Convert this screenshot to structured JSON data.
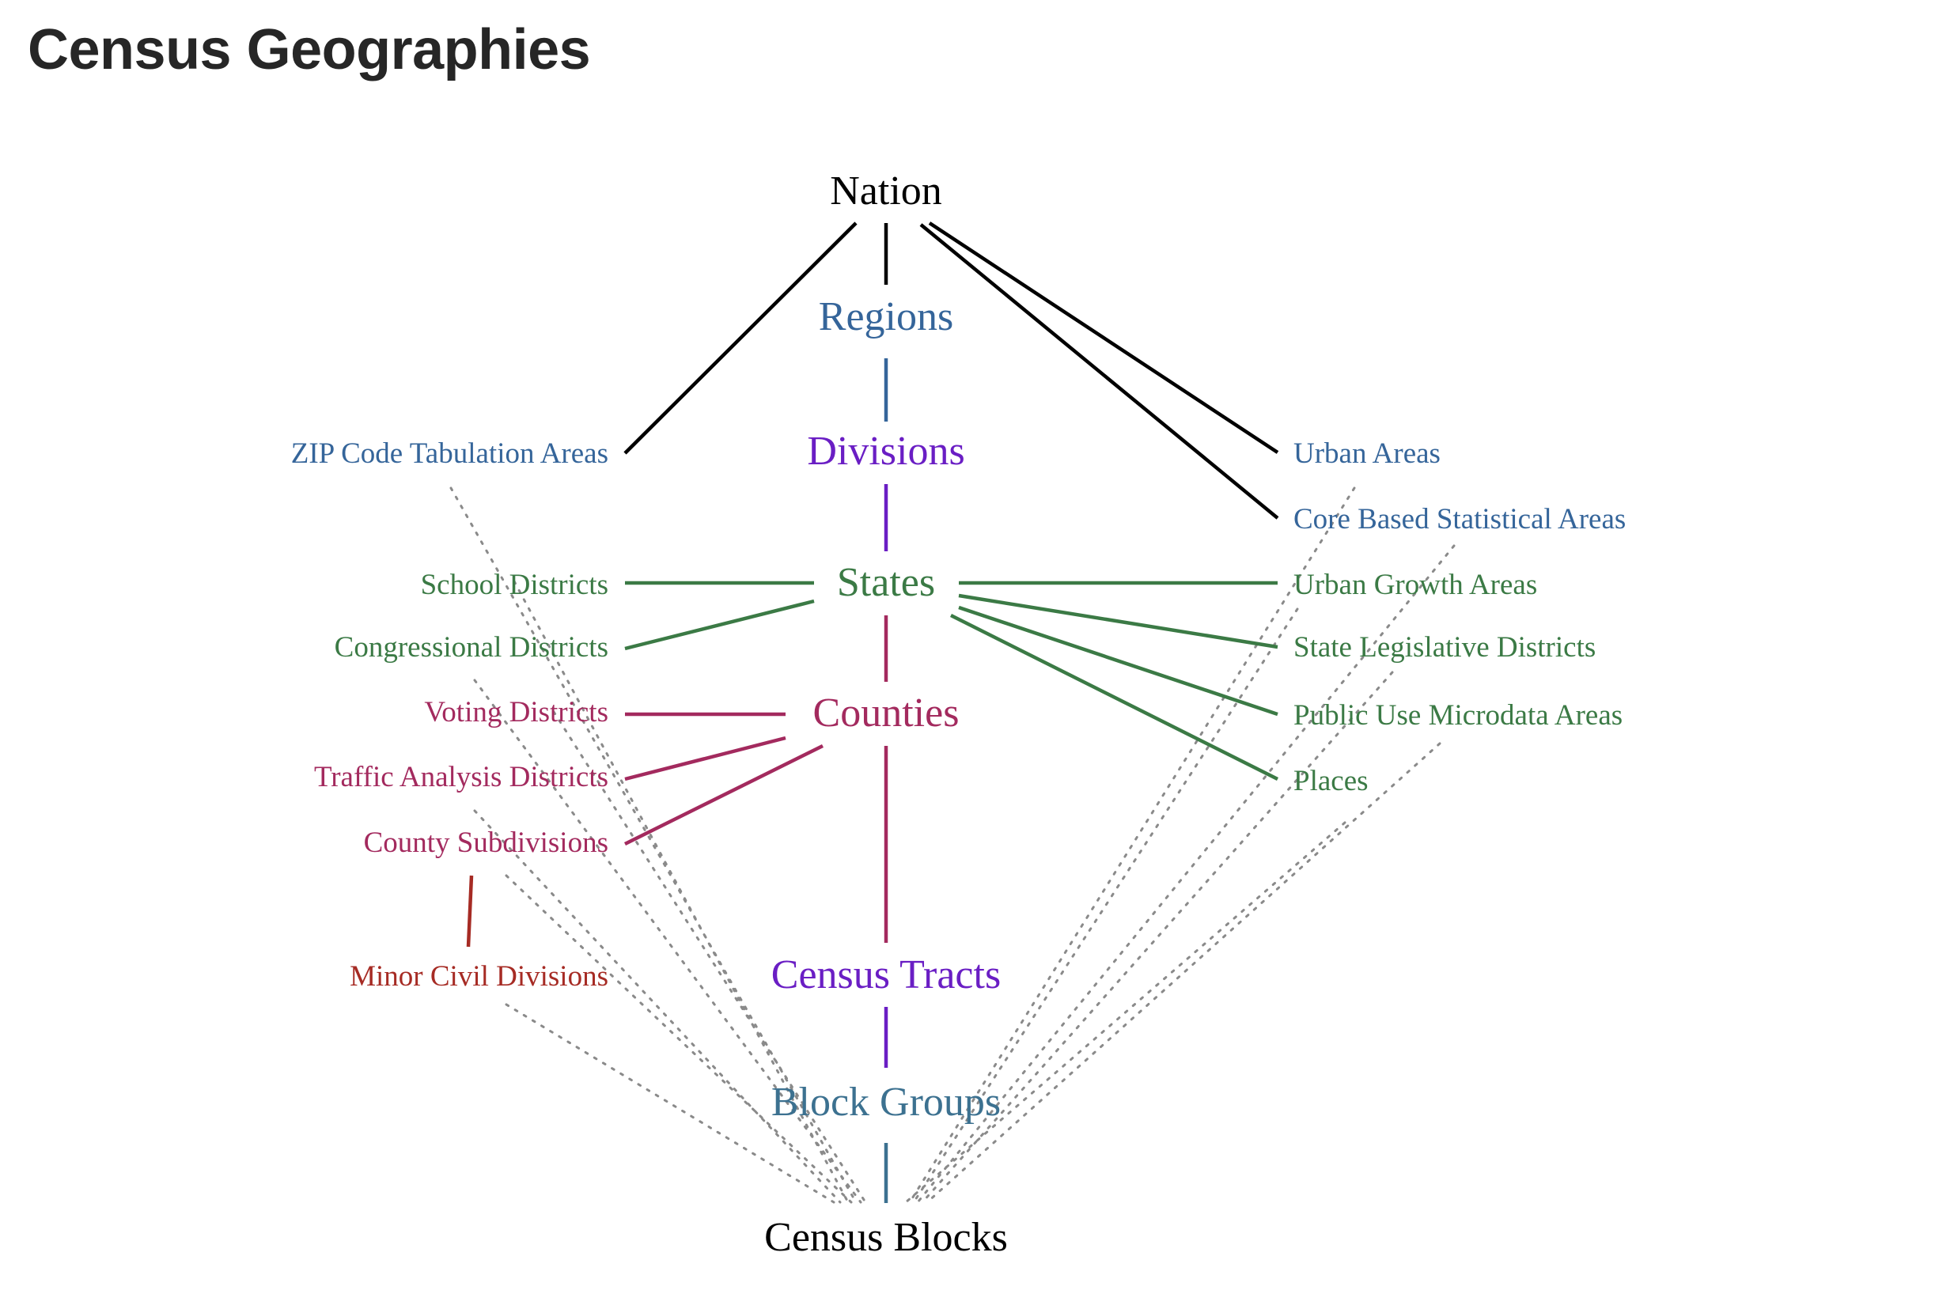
{
  "title": "Census Geographies",
  "colors": {
    "black": "#000000",
    "blue": "#35659a",
    "purple": "#6a1ec4",
    "green": "#3b7a45",
    "magenta": "#a32a5e",
    "red": "#a62b24",
    "teal": "#3c7190",
    "dotted": "#8a8a8a"
  },
  "nodes": [
    {
      "id": "nation",
      "label": "Nation",
      "color": "black",
      "column": "center",
      "level": "main"
    },
    {
      "id": "regions",
      "label": "Regions",
      "color": "blue",
      "column": "center",
      "level": "main"
    },
    {
      "id": "divisions",
      "label": "Divisions",
      "color": "purple",
      "column": "center",
      "level": "main"
    },
    {
      "id": "states",
      "label": "States",
      "color": "green",
      "column": "center",
      "level": "main"
    },
    {
      "id": "counties",
      "label": "Counties",
      "color": "magenta",
      "column": "center",
      "level": "main"
    },
    {
      "id": "census_tracts",
      "label": "Census Tracts",
      "color": "purple",
      "column": "center",
      "level": "main"
    },
    {
      "id": "block_groups",
      "label": "Block Groups",
      "color": "teal",
      "column": "center",
      "level": "main"
    },
    {
      "id": "census_blocks",
      "label": "Census Blocks",
      "color": "black",
      "column": "center",
      "level": "main"
    },
    {
      "id": "zcta",
      "label": "ZIP Code Tabulation Areas",
      "color": "blue",
      "column": "left",
      "level": "side"
    },
    {
      "id": "school_districts",
      "label": "School Districts",
      "color": "green",
      "column": "left",
      "level": "side"
    },
    {
      "id": "congressional_districts",
      "label": "Congressional Districts",
      "color": "green",
      "column": "left",
      "level": "side"
    },
    {
      "id": "voting_districts",
      "label": "Voting Districts",
      "color": "magenta",
      "column": "left",
      "level": "side"
    },
    {
      "id": "traffic_analysis_districts",
      "label": "Traffic Analysis Districts",
      "color": "magenta",
      "column": "left",
      "level": "side"
    },
    {
      "id": "county_subdivisions",
      "label": "County Subdivisions",
      "color": "magenta",
      "column": "left",
      "level": "side"
    },
    {
      "id": "minor_civil_divisions",
      "label": "Minor Civil Divisions",
      "color": "red",
      "column": "left",
      "level": "side"
    },
    {
      "id": "urban_areas",
      "label": "Urban Areas",
      "color": "blue",
      "column": "right",
      "level": "side"
    },
    {
      "id": "cbsa",
      "label": "Core Based Statistical Areas",
      "color": "blue",
      "column": "right",
      "level": "side"
    },
    {
      "id": "urban_growth_areas",
      "label": "Urban Growth Areas",
      "color": "green",
      "column": "right",
      "level": "side"
    },
    {
      "id": "state_legislative_districts",
      "label": "State Legislative Districts",
      "color": "green",
      "column": "right",
      "level": "side"
    },
    {
      "id": "puma",
      "label": "Public Use Microdata Areas",
      "color": "green",
      "column": "right",
      "level": "side"
    },
    {
      "id": "places",
      "label": "Places",
      "color": "green",
      "column": "right",
      "level": "side"
    }
  ],
  "edges": [
    {
      "from": "nation",
      "to": "regions",
      "style": "solid",
      "color": "black"
    },
    {
      "from": "nation",
      "to": "zcta",
      "style": "solid",
      "color": "black"
    },
    {
      "from": "nation",
      "to": "urban_areas",
      "style": "solid",
      "color": "black"
    },
    {
      "from": "nation",
      "to": "cbsa",
      "style": "solid",
      "color": "black"
    },
    {
      "from": "regions",
      "to": "divisions",
      "style": "solid",
      "color": "blue"
    },
    {
      "from": "divisions",
      "to": "states",
      "style": "solid",
      "color": "purple"
    },
    {
      "from": "states",
      "to": "counties",
      "style": "solid",
      "color": "magenta"
    },
    {
      "from": "states",
      "to": "school_districts",
      "style": "solid",
      "color": "green"
    },
    {
      "from": "states",
      "to": "congressional_districts",
      "style": "solid",
      "color": "green"
    },
    {
      "from": "states",
      "to": "urban_growth_areas",
      "style": "solid",
      "color": "green"
    },
    {
      "from": "states",
      "to": "state_legislative_districts",
      "style": "solid",
      "color": "green"
    },
    {
      "from": "states",
      "to": "puma",
      "style": "solid",
      "color": "green"
    },
    {
      "from": "states",
      "to": "places",
      "style": "solid",
      "color": "green"
    },
    {
      "from": "counties",
      "to": "voting_districts",
      "style": "solid",
      "color": "magenta"
    },
    {
      "from": "counties",
      "to": "traffic_analysis_districts",
      "style": "solid",
      "color": "magenta"
    },
    {
      "from": "counties",
      "to": "county_subdivisions",
      "style": "solid",
      "color": "magenta"
    },
    {
      "from": "counties",
      "to": "census_tracts",
      "style": "solid",
      "color": "magenta"
    },
    {
      "from": "county_subdivisions",
      "to": "minor_civil_divisions",
      "style": "solid",
      "color": "red"
    },
    {
      "from": "census_tracts",
      "to": "block_groups",
      "style": "solid",
      "color": "purple"
    },
    {
      "from": "block_groups",
      "to": "census_blocks",
      "style": "solid",
      "color": "teal"
    },
    {
      "from": "zcta",
      "to": "census_blocks",
      "style": "dotted",
      "color": "dotted"
    },
    {
      "from": "congressional_districts",
      "to": "census_blocks",
      "style": "dotted",
      "color": "dotted"
    },
    {
      "from": "voting_districts",
      "to": "census_blocks",
      "style": "dotted",
      "color": "dotted"
    },
    {
      "from": "traffic_analysis_districts",
      "to": "census_blocks",
      "style": "dotted",
      "color": "dotted"
    },
    {
      "from": "county_subdivisions",
      "to": "census_blocks",
      "style": "dotted",
      "color": "dotted"
    },
    {
      "from": "minor_civil_divisions",
      "to": "census_blocks",
      "style": "dotted",
      "color": "dotted"
    },
    {
      "from": "school_districts",
      "to": "census_blocks",
      "style": "dotted",
      "color": "dotted"
    },
    {
      "from": "urban_areas",
      "to": "census_blocks",
      "style": "dotted",
      "color": "dotted"
    },
    {
      "from": "cbsa",
      "to": "census_blocks",
      "style": "dotted",
      "color": "dotted"
    },
    {
      "from": "urban_growth_areas",
      "to": "census_blocks",
      "style": "dotted",
      "color": "dotted"
    },
    {
      "from": "state_legislative_districts",
      "to": "census_blocks",
      "style": "dotted",
      "color": "dotted"
    },
    {
      "from": "puma",
      "to": "census_blocks",
      "style": "dotted",
      "color": "dotted"
    },
    {
      "from": "places",
      "to": "census_blocks",
      "style": "dotted",
      "color": "dotted"
    }
  ]
}
